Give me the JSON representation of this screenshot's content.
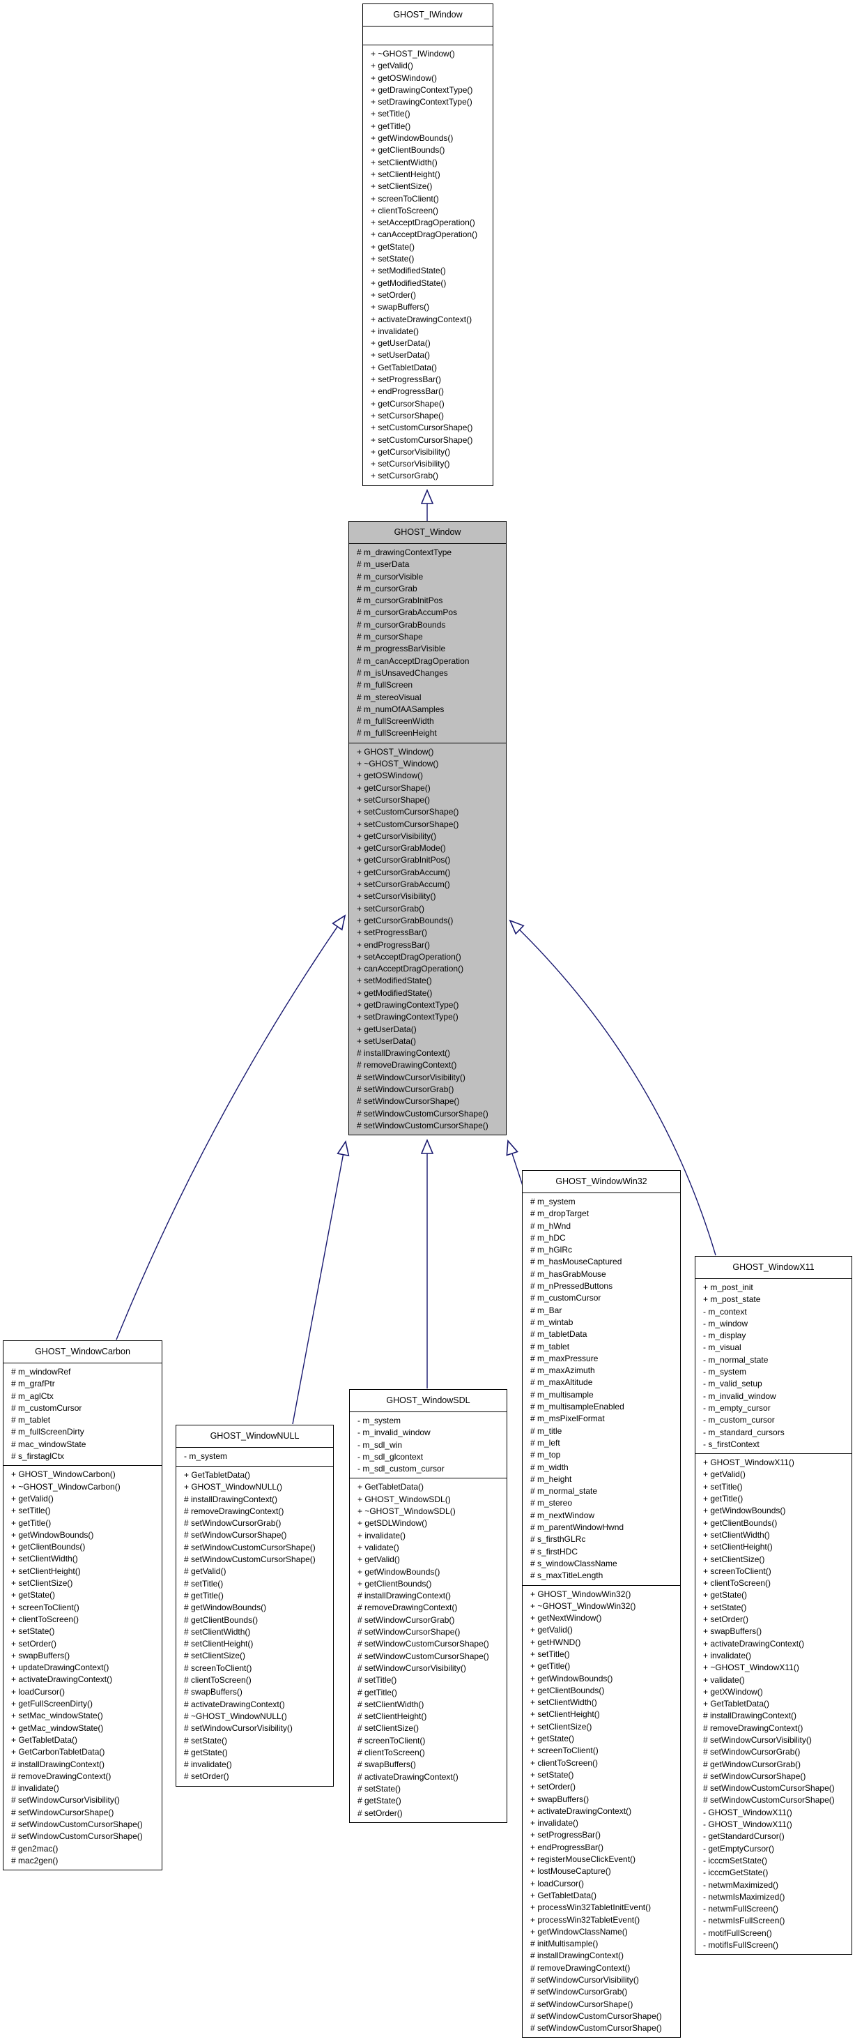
{
  "colors": {
    "edge": "#191970",
    "highlight_fill": "#bfbfbf",
    "box_fill": "#ffffff",
    "border": "#000000"
  },
  "edges": [
    {
      "from": "GHOST_Window",
      "to": "GHOST_IWindow",
      "type": "inheritance"
    },
    {
      "from": "GHOST_WindowCarbon",
      "to": "GHOST_Window",
      "type": "inheritance"
    },
    {
      "from": "GHOST_WindowNULL",
      "to": "GHOST_Window",
      "type": "inheritance"
    },
    {
      "from": "GHOST_WindowSDL",
      "to": "GHOST_Window",
      "type": "inheritance"
    },
    {
      "from": "GHOST_WindowWin32",
      "to": "GHOST_Window",
      "type": "inheritance"
    },
    {
      "from": "GHOST_WindowX11",
      "to": "GHOST_Window",
      "type": "inheritance"
    }
  ],
  "classes": {
    "iwindow": {
      "name": "GHOST_IWindow",
      "attributes": [],
      "methods": [
        "+ ~GHOST_IWindow()",
        "+ getValid()",
        "+ getOSWindow()",
        "+ getDrawingContextType()",
        "+ setDrawingContextType()",
        "+ setTitle()",
        "+ getTitle()",
        "+ getWindowBounds()",
        "+ getClientBounds()",
        "+ setClientWidth()",
        "+ setClientHeight()",
        "+ setClientSize()",
        "+ screenToClient()",
        "+ clientToScreen()",
        "+ setAcceptDragOperation()",
        "+ canAcceptDragOperation()",
        "+ getState()",
        "+ setState()",
        "+ setModifiedState()",
        "+ getModifiedState()",
        "+ setOrder()",
        "+ swapBuffers()",
        "+ activateDrawingContext()",
        "+ invalidate()",
        "+ getUserData()",
        "+ setUserData()",
        "+ GetTabletData()",
        "+ setProgressBar()",
        "+ endProgressBar()",
        "+ getCursorShape()",
        "+ setCursorShape()",
        "+ setCustomCursorShape()",
        "+ setCustomCursorShape()",
        "+ getCursorVisibility()",
        "+ setCursorVisibility()",
        "+ setCursorGrab()"
      ]
    },
    "window": {
      "name": "GHOST_Window",
      "attributes": [
        "# m_drawingContextType",
        "# m_userData",
        "# m_cursorVisible",
        "# m_cursorGrab",
        "# m_cursorGrabInitPos",
        "# m_cursorGrabAccumPos",
        "# m_cursorGrabBounds",
        "# m_cursorShape",
        "# m_progressBarVisible",
        "# m_canAcceptDragOperation",
        "# m_isUnsavedChanges",
        "# m_fullScreen",
        "# m_stereoVisual",
        "# m_numOfAASamples",
        "# m_fullScreenWidth",
        "# m_fullScreenHeight"
      ],
      "methods": [
        "+ GHOST_Window()",
        "+ ~GHOST_Window()",
        "+ getOSWindow()",
        "+ getCursorShape()",
        "+ setCursorShape()",
        "+ setCustomCursorShape()",
        "+ setCustomCursorShape()",
        "+ getCursorVisibility()",
        "+ getCursorGrabMode()",
        "+ getCursorGrabInitPos()",
        "+ getCursorGrabAccum()",
        "+ setCursorGrabAccum()",
        "+ setCursorVisibility()",
        "+ setCursorGrab()",
        "+ getCursorGrabBounds()",
        "+ setProgressBar()",
        "+ endProgressBar()",
        "+ setAcceptDragOperation()",
        "+ canAcceptDragOperation()",
        "+ setModifiedState()",
        "+ getModifiedState()",
        "+ getDrawingContextType()",
        "+ setDrawingContextType()",
        "+ getUserData()",
        "+ setUserData()",
        "# installDrawingContext()",
        "# removeDrawingContext()",
        "# setWindowCursorVisibility()",
        "# setWindowCursorGrab()",
        "# setWindowCursorShape()",
        "# setWindowCustomCursorShape()",
        "# setWindowCustomCursorShape()"
      ]
    },
    "carbon": {
      "name": "GHOST_WindowCarbon",
      "attributes": [
        "# m_windowRef",
        "# m_grafPtr",
        "# m_aglCtx",
        "# m_customCursor",
        "# m_tablet",
        "# m_fullScreenDirty",
        "# mac_windowState",
        "# s_firstaglCtx"
      ],
      "methods": [
        "+ GHOST_WindowCarbon()",
        "+ ~GHOST_WindowCarbon()",
        "+ getValid()",
        "+ setTitle()",
        "+ getTitle()",
        "+ getWindowBounds()",
        "+ getClientBounds()",
        "+ setClientWidth()",
        "+ setClientHeight()",
        "+ setClientSize()",
        "+ getState()",
        "+ screenToClient()",
        "+ clientToScreen()",
        "+ setState()",
        "+ setOrder()",
        "+ swapBuffers()",
        "+ updateDrawingContext()",
        "+ activateDrawingContext()",
        "+ loadCursor()",
        "+ getFullScreenDirty()",
        "+ setMac_windowState()",
        "+ getMac_windowState()",
        "+ GetTabletData()",
        "+ GetCarbonTabletData()",
        "# installDrawingContext()",
        "# removeDrawingContext()",
        "# invalidate()",
        "# setWindowCursorVisibility()",
        "# setWindowCursorShape()",
        "# setWindowCustomCursorShape()",
        "# setWindowCustomCursorShape()",
        "# gen2mac()",
        "# mac2gen()"
      ]
    },
    "null": {
      "name": "GHOST_WindowNULL",
      "attributes": [
        "- m_system"
      ],
      "methods": [
        "+ GetTabletData()",
        "+ GHOST_WindowNULL()",
        "# installDrawingContext()",
        "# removeDrawingContext()",
        "# setWindowCursorGrab()",
        "# setWindowCursorShape()",
        "# setWindowCustomCursorShape()",
        "# setWindowCustomCursorShape()",
        "# getValid()",
        "# setTitle()",
        "# getTitle()",
        "# getWindowBounds()",
        "# getClientBounds()",
        "# setClientWidth()",
        "# setClientHeight()",
        "# setClientSize()",
        "# screenToClient()",
        "# clientToScreen()",
        "# swapBuffers()",
        "# activateDrawingContext()",
        "# ~GHOST_WindowNULL()",
        "# setWindowCursorVisibility()",
        "# setState()",
        "# getState()",
        "# invalidate()",
        "# setOrder()"
      ]
    },
    "sdl": {
      "name": "GHOST_WindowSDL",
      "attributes": [
        "- m_system",
        "- m_invalid_window",
        "- m_sdl_win",
        "- m_sdl_glcontext",
        "- m_sdl_custom_cursor"
      ],
      "methods": [
        "+ GetTabletData()",
        "+ GHOST_WindowSDL()",
        "+ ~GHOST_WindowSDL()",
        "+ getSDLWindow()",
        "+ invalidate()",
        "+ validate()",
        "+ getValid()",
        "+ getWindowBounds()",
        "+ getClientBounds()",
        "# installDrawingContext()",
        "# removeDrawingContext()",
        "# setWindowCursorGrab()",
        "# setWindowCursorShape()",
        "# setWindowCustomCursorShape()",
        "# setWindowCustomCursorShape()",
        "# setWindowCursorVisibility()",
        "# setTitle()",
        "# getTitle()",
        "# setClientWidth()",
        "# setClientHeight()",
        "# setClientSize()",
        "# screenToClient()",
        "# clientToScreen()",
        "# swapBuffers()",
        "# activateDrawingContext()",
        "# setState()",
        "# getState()",
        "# setOrder()"
      ]
    },
    "win32": {
      "name": "GHOST_WindowWin32",
      "attributes": [
        "# m_system",
        "# m_dropTarget",
        "# m_hWnd",
        "# m_hDC",
        "# m_hGlRc",
        "# m_hasMouseCaptured",
        "# m_hasGrabMouse",
        "# m_nPressedButtons",
        "# m_customCursor",
        "# m_Bar",
        "# m_wintab",
        "# m_tabletData",
        "# m_tablet",
        "# m_maxPressure",
        "# m_maxAzimuth",
        "# m_maxAltitude",
        "# m_multisample",
        "# m_multisampleEnabled",
        "# m_msPixelFormat",
        "# m_title",
        "# m_left",
        "# m_top",
        "# m_width",
        "# m_height",
        "# m_normal_state",
        "# m_stereo",
        "# m_nextWindow",
        "# m_parentWindowHwnd",
        "# s_firsthGLRc",
        "# s_firstHDC",
        "# s_windowClassName",
        "# s_maxTitleLength"
      ],
      "methods": [
        "+ GHOST_WindowWin32()",
        "+ ~GHOST_WindowWin32()",
        "+ getNextWindow()",
        "+ getValid()",
        "+ getHWND()",
        "+ setTitle()",
        "+ getTitle()",
        "+ getWindowBounds()",
        "+ getClientBounds()",
        "+ setClientWidth()",
        "+ setClientHeight()",
        "+ setClientSize()",
        "+ getState()",
        "+ screenToClient()",
        "+ clientToScreen()",
        "+ setState()",
        "+ setOrder()",
        "+ swapBuffers()",
        "+ activateDrawingContext()",
        "+ invalidate()",
        "+ setProgressBar()",
        "+ endProgressBar()",
        "+ registerMouseClickEvent()",
        "+ lostMouseCapture()",
        "+ loadCursor()",
        "+ GetTabletData()",
        "+ processWin32TabletInitEvent()",
        "+ processWin32TabletEvent()",
        "+ getWindowClassName()",
        "# initMultisample()",
        "# installDrawingContext()",
        "# removeDrawingContext()",
        "# setWindowCursorVisibility()",
        "# setWindowCursorGrab()",
        "# setWindowCursorShape()",
        "# setWindowCustomCursorShape()",
        "# setWindowCustomCursorShape()"
      ]
    },
    "x11": {
      "name": "GHOST_WindowX11",
      "attributes": [
        "+ m_post_init",
        "+ m_post_state",
        "- m_context",
        "- m_window",
        "- m_display",
        "- m_visual",
        "- m_normal_state",
        "- m_system",
        "- m_valid_setup",
        "- m_invalid_window",
        "- m_empty_cursor",
        "- m_custom_cursor",
        "- m_standard_cursors",
        "- s_firstContext"
      ],
      "methods": [
        "+ GHOST_WindowX11()",
        "+ getValid()",
        "+ setTitle()",
        "+ getTitle()",
        "+ getWindowBounds()",
        "+ getClientBounds()",
        "+ setClientWidth()",
        "+ setClientHeight()",
        "+ setClientSize()",
        "+ screenToClient()",
        "+ clientToScreen()",
        "+ getState()",
        "+ setState()",
        "+ setOrder()",
        "+ swapBuffers()",
        "+ activateDrawingContext()",
        "+ invalidate()",
        "+ ~GHOST_WindowX11()",
        "+ validate()",
        "+ getXWindow()",
        "+ GetTabletData()",
        "# installDrawingContext()",
        "# removeDrawingContext()",
        "# setWindowCursorVisibility()",
        "# setWindowCursorGrab()",
        "# getWindowCursorGrab()",
        "# setWindowCursorShape()",
        "# setWindowCustomCursorShape()",
        "# setWindowCustomCursorShape()",
        "- GHOST_WindowX11()",
        "- GHOST_WindowX11()",
        "- getStandardCursor()",
        "- getEmptyCursor()",
        "- icccmSetState()",
        "- icccmGetState()",
        "- netwmMaximized()",
        "- netwmIsMaximized()",
        "- netwmFullScreen()",
        "- netwmIsFullScreen()",
        "- motifFullScreen()",
        "- motifIsFullScreen()"
      ]
    }
  }
}
